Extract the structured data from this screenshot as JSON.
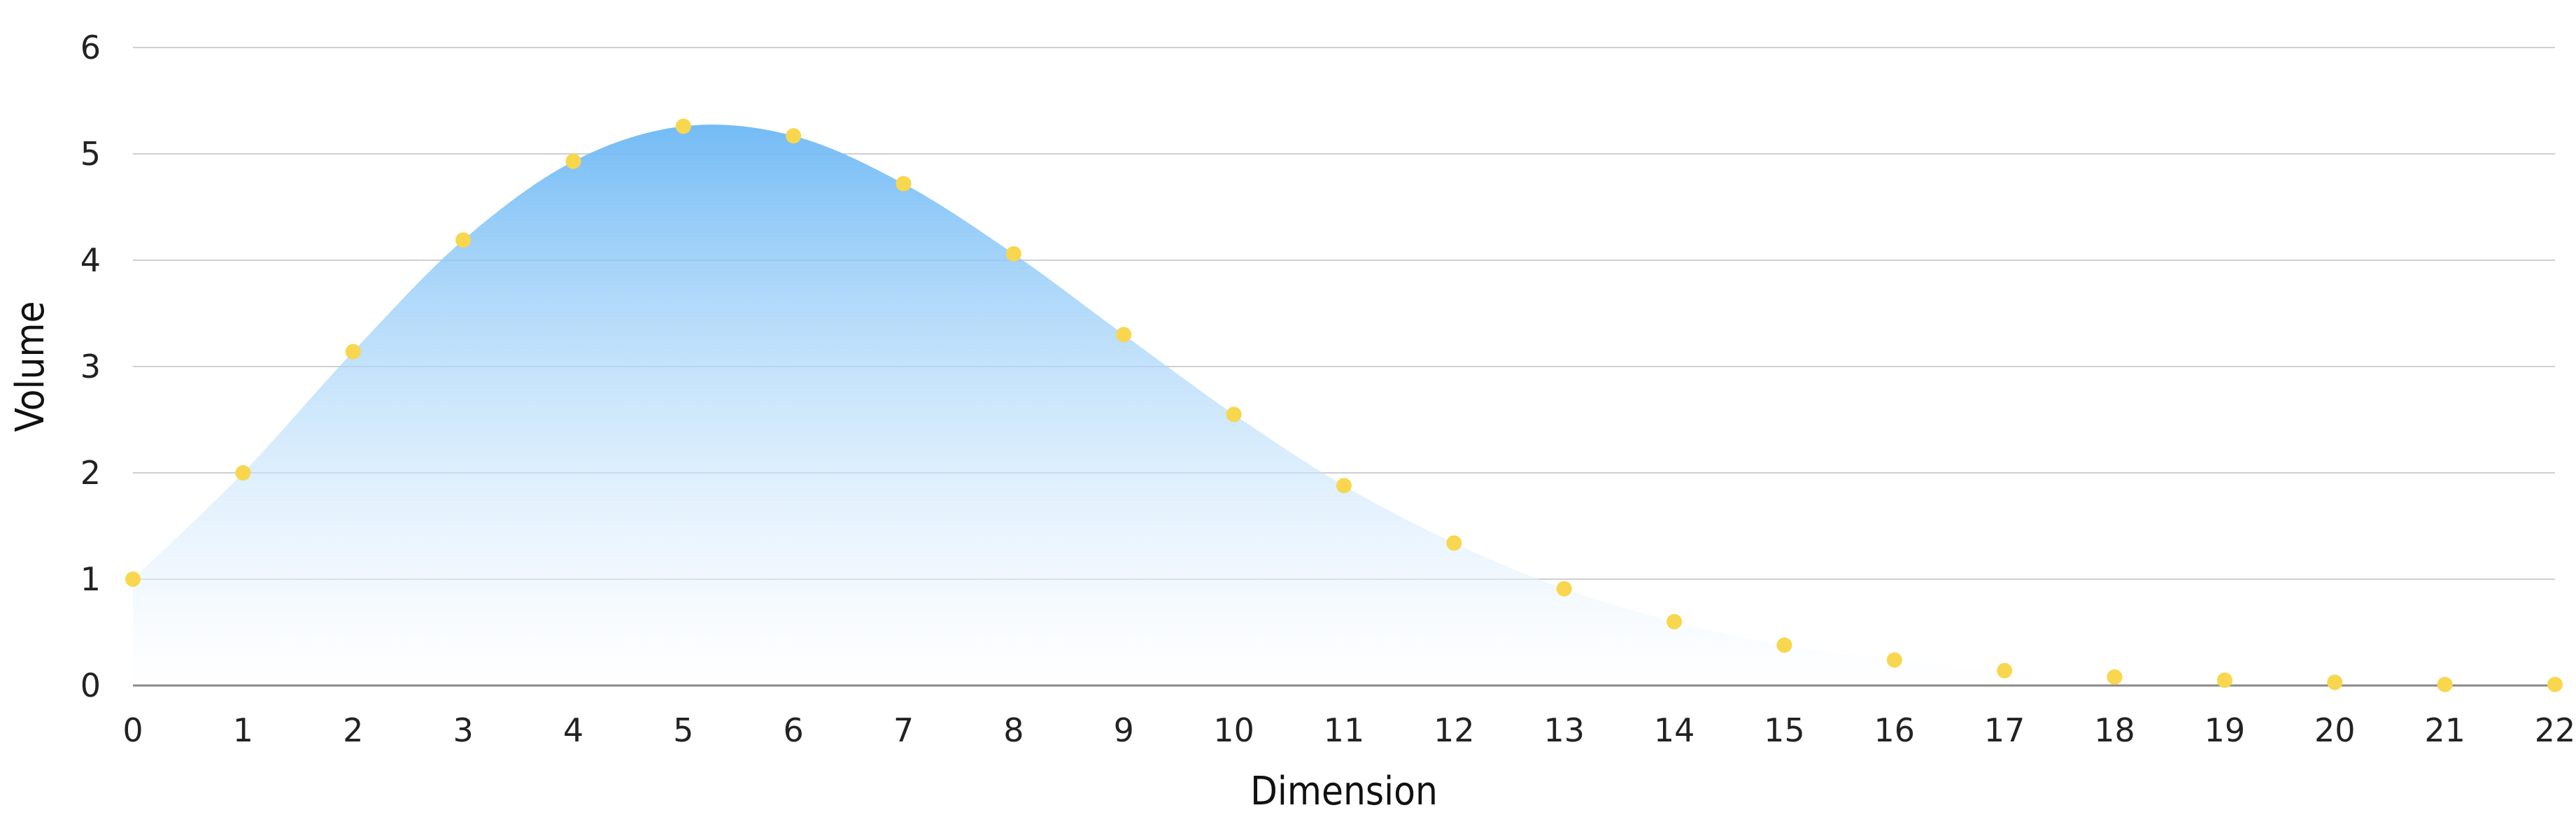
{
  "chart_data": {
    "type": "area",
    "xlabel": "Dimension",
    "ylabel": "Volume",
    "xlim": [
      0,
      22
    ],
    "ylim": [
      0,
      6
    ],
    "x_ticks": [
      "0",
      "1",
      "2",
      "3",
      "4",
      "5",
      "6",
      "7",
      "8",
      "9",
      "10",
      "11",
      "12",
      "13",
      "14",
      "15",
      "16",
      "17",
      "18",
      "19",
      "20",
      "21",
      "22"
    ],
    "y_ticks": [
      "0",
      "1",
      "2",
      "3",
      "4",
      "5",
      "6"
    ],
    "grid": "horizontal",
    "legend": "none",
    "series": [
      {
        "x": [
          0,
          1,
          2,
          3,
          4,
          5,
          6,
          7,
          8,
          9,
          10,
          11,
          12,
          13,
          14,
          15,
          16,
          17,
          18,
          19,
          20,
          21,
          22
        ],
        "values": [
          1,
          2,
          3.14,
          4.19,
          4.93,
          5.26,
          5.17,
          4.72,
          4.06,
          3.3,
          2.55,
          1.88,
          1.34,
          0.91,
          0.6,
          0.38,
          0.24,
          0.14,
          0.08,
          0.05,
          0.03,
          0.01,
          0.01
        ]
      }
    ],
    "colors": {
      "area_top": "#6cb8f5",
      "area_bottom": "#ffffff",
      "point": "#f8d74e",
      "grid": "#cfcfcf",
      "axis": "#8a8a8a"
    }
  }
}
